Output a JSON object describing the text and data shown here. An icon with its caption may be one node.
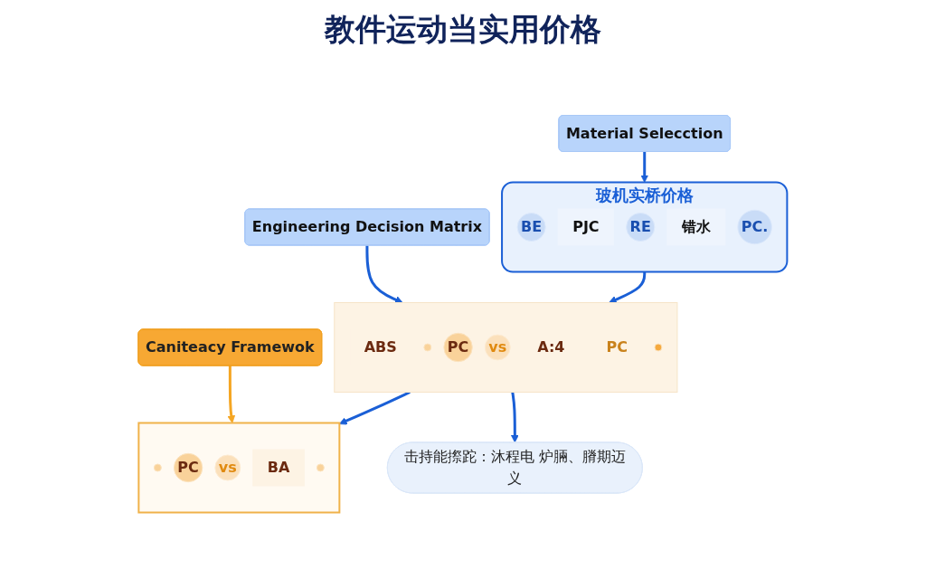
{
  "diagram": {
    "title": "教件运动当实用价格",
    "nodes": [
      {
        "text": [
          "Material Selecction"
        ]
      },
      {
        "text": [
          "玻机实桥价格"
        ]
      },
      {
        "text": [
          "BE"
        ],
        "in": 1
      },
      {
        "text": [
          "PJC"
        ],
        "in": 1
      },
      {
        "text": [
          "RE"
        ],
        "in": 1
      },
      {
        "text": [
          "错水"
        ],
        "in": 1
      },
      {
        "text": [
          "PC."
        ],
        "in": 1
      },
      {
        "text": [
          "Engineering Decision Matrix"
        ]
      },
      {
        "text": [],
        "shape": "box"
      },
      {
        "text": [
          "ABS"
        ],
        "in": 8
      },
      {
        "text": [],
        "shape": "circle",
        "in": 8
      },
      {
        "text": [
          "PC"
        ],
        "in": 8
      },
      {
        "text": [
          "vs"
        ],
        "in": 8
      },
      {
        "text": [
          "A:4"
        ],
        "in": 8
      },
      {
        "text": [
          "PC"
        ],
        "in": 8
      },
      {
        "text": [],
        "shape": "circle",
        "in": 8
      },
      {
        "text": [
          "Caniteacy Framewok"
        ]
      },
      {
        "text": [],
        "shape": "box"
      },
      {
        "text": [],
        "shape": "circle",
        "in": 17
      },
      {
        "text": [
          "PC"
        ],
        "in": 17
      },
      {
        "text": [
          "vs"
        ],
        "in": 17
      },
      {
        "text": [
          "BA"
        ],
        "in": 17
      },
      {
        "text": [],
        "shape": "circle",
        "in": 17
      },
      {
        "text": [
          "击持能摖跎：沐程电 炉脼、膌期迈义"
        ]
      }
    ],
    "edges": [
      {
        "from": 0,
        "to": 1,
        "arrow": "to"
      },
      {
        "from": 7,
        "to": 8,
        "arrow": "to"
      },
      {
        "from": 16,
        "to": 17,
        "arrow": "to",
        "color": "#f5a623"
      },
      {
        "from": 1,
        "to": 8,
        "arrow": "to"
      },
      {
        "from": 8,
        "to": 17,
        "arrow": "to"
      },
      {
        "from": 8,
        "to": 23,
        "arrow": "to"
      }
    ]
  }
}
